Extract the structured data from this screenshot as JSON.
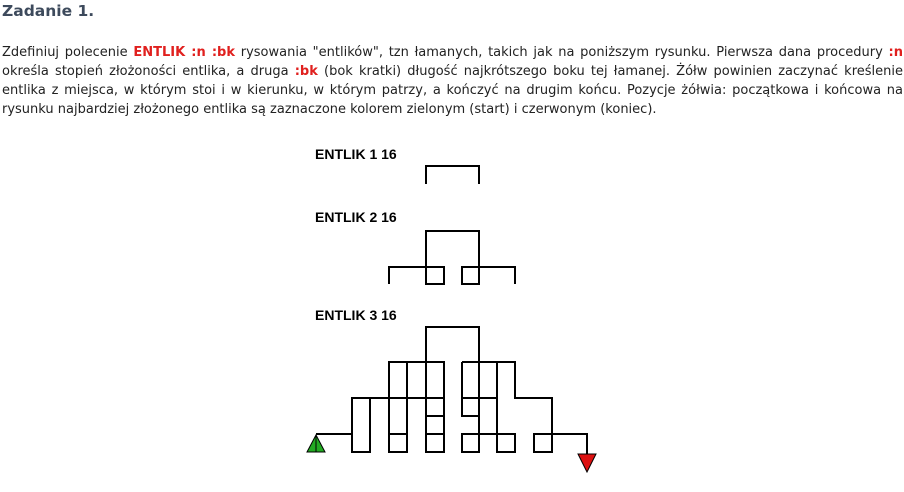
{
  "task": {
    "title": "Zadanie 1.",
    "paragraph": {
      "t1": "Zdefiniuj polecenie ",
      "kw_command": "ENTLIK :n :bk",
      "t2": " rysowania \"entlików\", tzn łamanych, takich jak na poniższym rysunku. Pierwsza dana procedury ",
      "kw_n": ":n",
      "t3": " określa stopień złożoności entlika, a druga ",
      "kw_bk": ":bk",
      "t4": " (bok kratki) długość najkrótszego boku tej łamanej. Żółw powinien zaczynać kreślenie entlika z miejsca, w którym stoi i w kierunku, w którym patrzy, a kończyć na drugim końcu. Pozycje żółwia: początkowa i końcowa na rysunku najbardziej złożonego entlika są zaznaczone kolorem zielonym (start) i czerwonym (koniec)."
    }
  },
  "figure": {
    "labels": [
      "ENTLIK 1 16",
      "ENTLIK 2 16",
      "ENTLIK 3 16"
    ],
    "colors": {
      "start_turtle": "#22aa22",
      "end_turtle": "#dd1111",
      "line": "#000000"
    }
  }
}
